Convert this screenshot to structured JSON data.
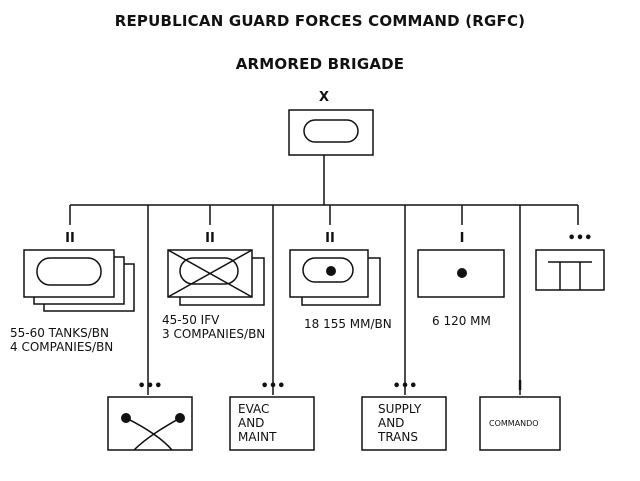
{
  "title": {
    "line1": "REPUBLICAN GUARD FORCES COMMAND (RGFC)",
    "line2": "ARMORED BRIGADE"
  },
  "echelons": {
    "brigade": "X",
    "tank_battalion": "II",
    "ifv_battalion": "II",
    "artillery_battalion": "II",
    "mortar_company": "I",
    "engineer_company": "•••",
    "signal_company": "•••",
    "maintenance_company": "•••",
    "supply_company": "•••",
    "commando_company": "I"
  },
  "captions": {
    "tank_line1": "55-60 TANKS/BN",
    "tank_line2": "4 COMPANIES/BN",
    "ifv_line1": "45-50 IFV",
    "ifv_line2": "3 COMPANIES/BN",
    "artillery": "18 155 MM/BN",
    "mortar": "6 120 MM"
  },
  "box_labels": {
    "maintenance_line1": "EVAC",
    "maintenance_line2": "AND",
    "maintenance_line3": "MAINT",
    "supply_line1": "SUPPLY",
    "supply_line2": "AND",
    "supply_line3": "TRANS",
    "commando": "COMMANDO"
  },
  "colors": {
    "ink": "#111111",
    "background": "#ffffff"
  }
}
